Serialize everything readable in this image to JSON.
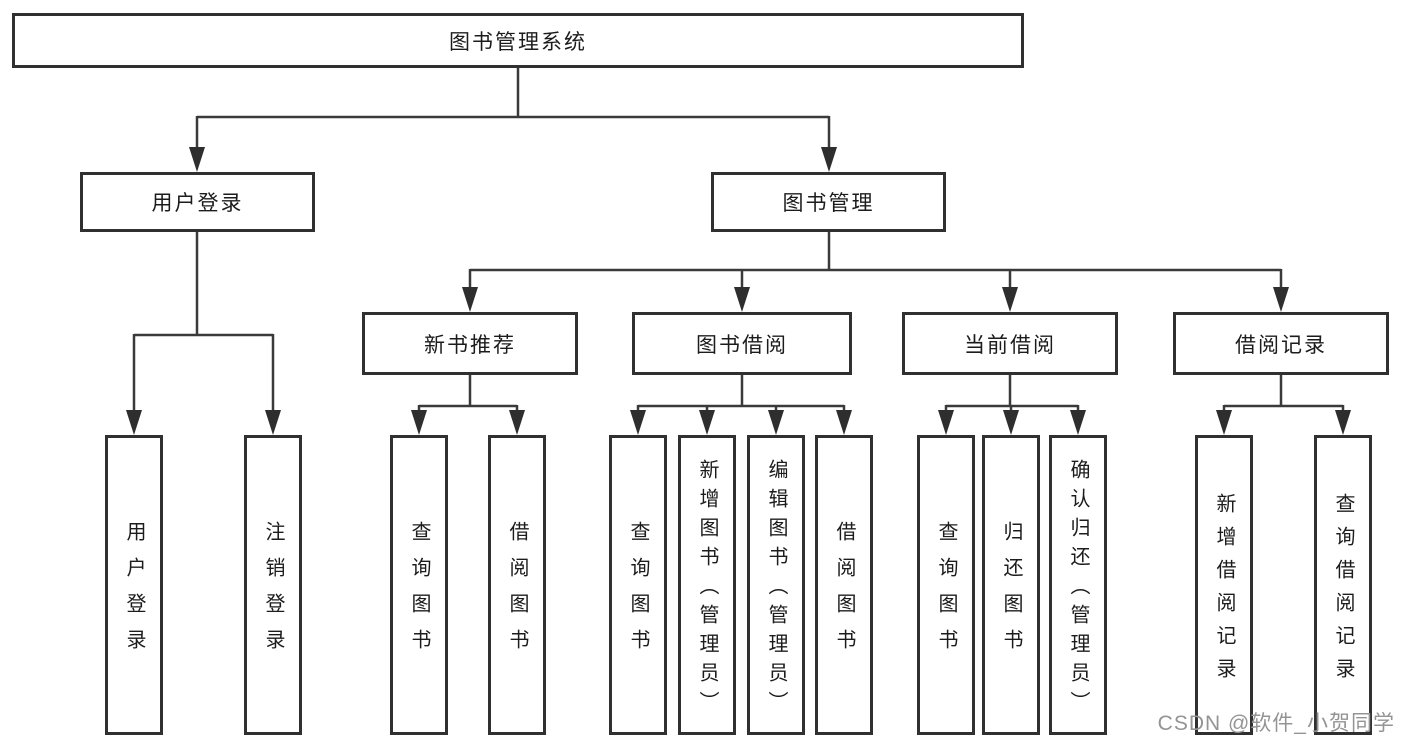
{
  "tree": {
    "label": "图书管理系统",
    "children": [
      {
        "label": "用户登录",
        "children": [
          {
            "label": "用户登录"
          },
          {
            "label": "注销登录"
          }
        ]
      },
      {
        "label": "图书管理",
        "children": [
          {
            "label": "新书推荐",
            "children": [
              {
                "label": "查询图书"
              },
              {
                "label": "借阅图书"
              }
            ]
          },
          {
            "label": "图书借阅",
            "children": [
              {
                "label": "查询图书"
              },
              {
                "label": "新增图书（管理员）"
              },
              {
                "label": "编辑图书（管理员）"
              },
              {
                "label": "借阅图书"
              }
            ]
          },
          {
            "label": "当前借阅",
            "children": [
              {
                "label": "查询图书"
              },
              {
                "label": "归还图书"
              },
              {
                "label": "确认归还（管理员）"
              }
            ]
          },
          {
            "label": "借阅记录",
            "children": [
              {
                "label": "新增借阅记录"
              },
              {
                "label": "查询借阅记录"
              }
            ]
          }
        ]
      }
    ]
  },
  "watermark": {
    "text": "CSDN @软件_小贺同学",
    "color": "#949494"
  },
  "colors": {
    "background": "#ffffff",
    "box_border": "#303030",
    "connector_line": "#3a3a3a",
    "arrowhead": "#2e2e2e",
    "text": "#1c1c1c"
  }
}
